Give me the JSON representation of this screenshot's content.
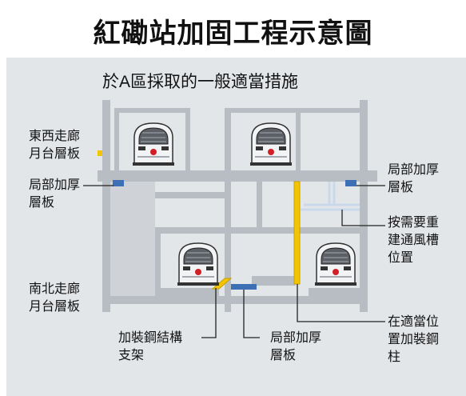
{
  "title": "紅磡站加固工程示意圖",
  "subtitle": "於A區採取的一般適當措施",
  "labels": {
    "east_west_platform": "東西走廊\n月台層板",
    "partial_thickening_left": "局部加厚\n層板",
    "partial_thickening_right": "局部加厚\n層板",
    "ventilation_duct": "按需要重\n建通風槽\n位置",
    "north_south_platform": "南北走廊\n月台層板",
    "steel_support": "加裝鋼結構\n支架",
    "partial_thickening_bottom": "局部加厚\n層板",
    "steel_column": "在適當位\n置加裝鋼\n柱"
  },
  "colors": {
    "panel": "#e3e6e9",
    "structure": "#b7bdc3",
    "thickening": "#3d6fb5",
    "column": "#f3c500",
    "duct": "#c9d8ea",
    "leader": "#222222"
  },
  "icons": [
    "train-icon"
  ]
}
